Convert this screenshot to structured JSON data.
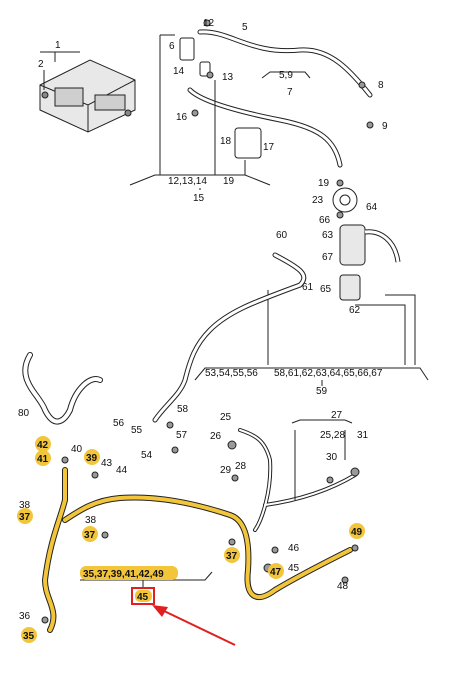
{
  "callouts": {
    "c1": "1",
    "c2": "2",
    "c12": "12",
    "c5": "5",
    "c6": "6",
    "c14": "14",
    "c13": "13",
    "c59": "5,9",
    "c7": "7",
    "c8": "8",
    "c16": "16",
    "c9": "9",
    "c18": "18",
    "c17": "17",
    "c19a": "19",
    "c23": "23",
    "c64": "64",
    "c66": "66",
    "c60": "60",
    "c63": "63",
    "c67": "67",
    "c61": "61",
    "c65": "65",
    "c62": "62",
    "c80": "80",
    "c56": "56",
    "c58": "58",
    "c57": "57",
    "c55": "55",
    "c54": "54",
    "c25": "25",
    "c26": "26",
    "c27": "27",
    "c2528": "25,28",
    "c31": "31",
    "c40": "40",
    "c43": "43",
    "c44": "44",
    "c29": "29",
    "c28": "28",
    "c30": "30",
    "c38a": "38",
    "c38b": "38",
    "c46": "46",
    "c45b": "45",
    "c36": "36",
    "c48": "48"
  },
  "highlighted": {
    "h42": "42",
    "h41": "41",
    "h39": "39",
    "h37a": "37",
    "h37b": "37",
    "h37c": "37",
    "h49": "49",
    "h35": "35",
    "h47": "47"
  },
  "groups": {
    "g12_14": "12,13,14",
    "g19": "19",
    "g15": "15",
    "g53_56": "53,54,55,56",
    "g58_67": "58,61,62,63,64,65,66,67",
    "g59": "59",
    "g35_49": "35,37,39,41,42,49",
    "g45": "45"
  },
  "colors": {
    "highlight": "#f2c53a",
    "arrow": "#e02020",
    "box": "#e02020",
    "line": "#222222"
  }
}
